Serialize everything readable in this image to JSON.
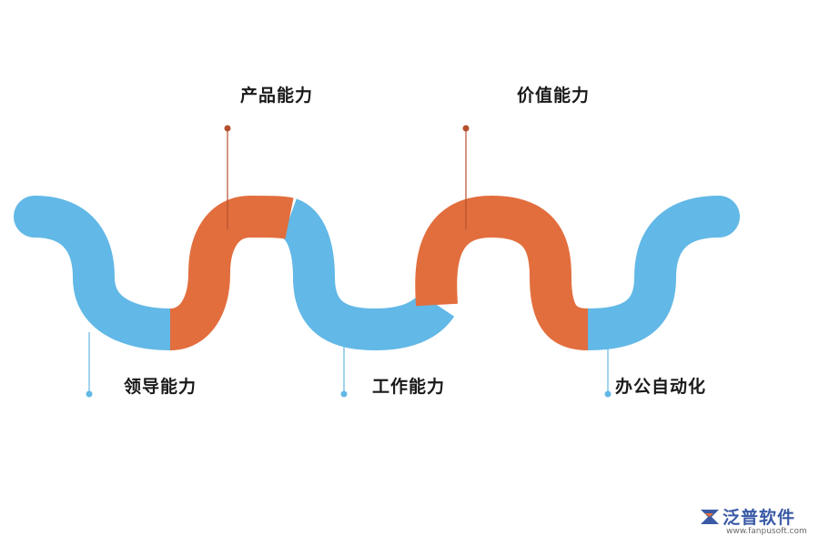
{
  "colors": {
    "blue": "#62b8e6",
    "orange": "#e26e3e",
    "stem_orange": "#b5502e",
    "stem_blue": "#62b8e6",
    "brand": "#3a5aa6"
  },
  "labels": {
    "product": "产品能力",
    "value": "价值能力",
    "leadership": "领导能力",
    "work": "工作能力",
    "office": "办公自动化"
  },
  "logo": {
    "brand": "泛普软件",
    "url": "www.fanpusoft.com"
  }
}
